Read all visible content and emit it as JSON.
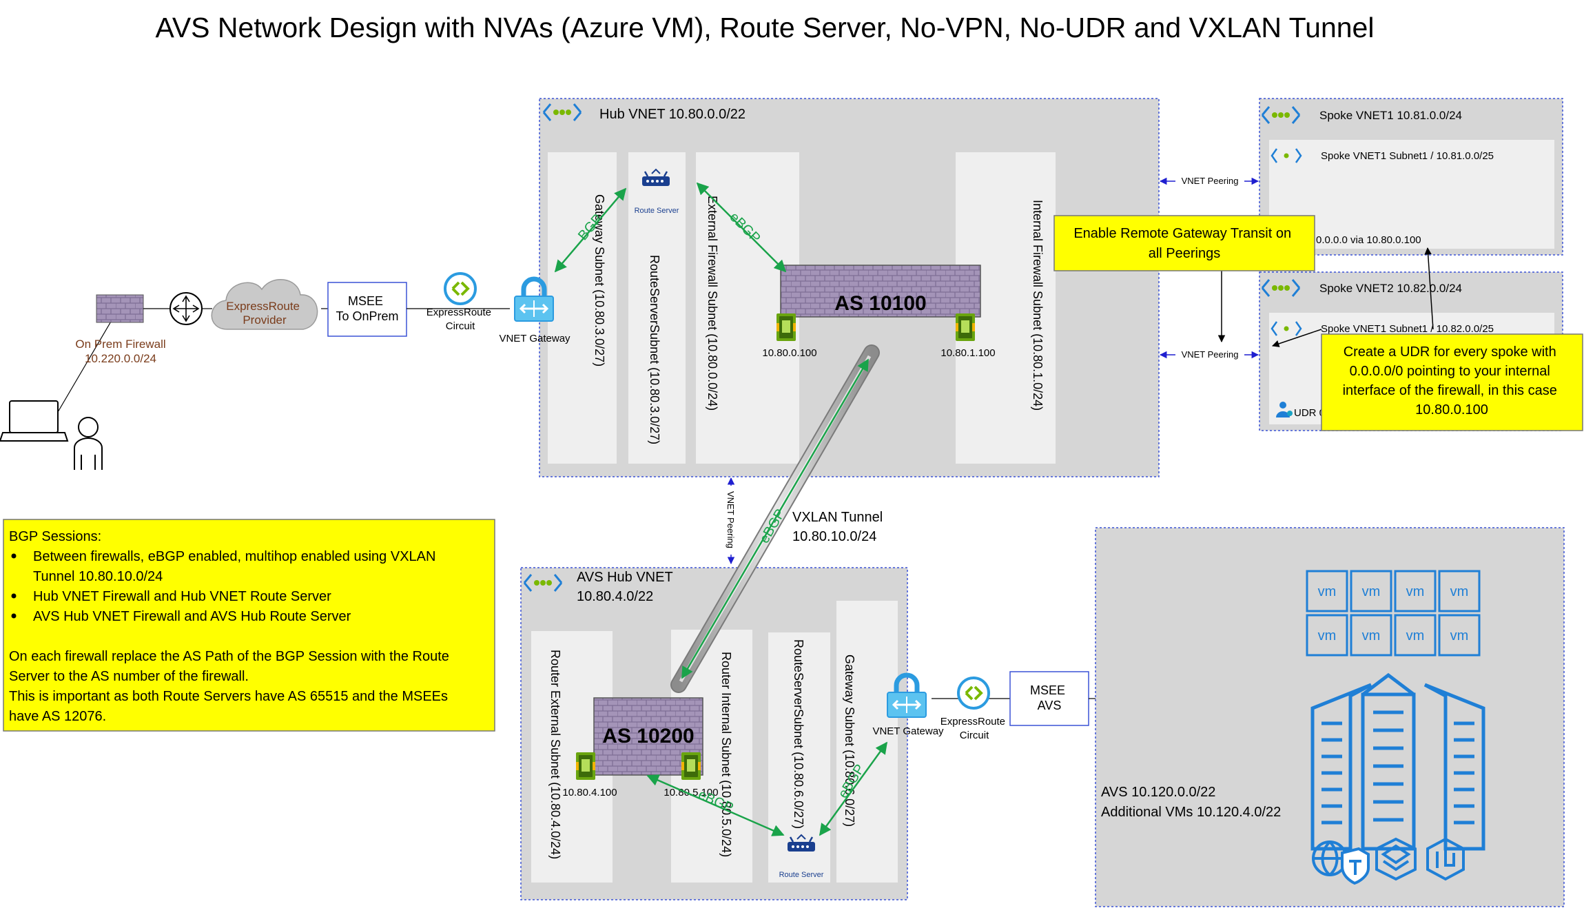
{
  "title": "AVS Network Design with NVAs (Azure VM), Route Server, No-VPN, No-UDR and VXLAN Tunnel",
  "colors": {
    "vnet_bg": "#d6d6d6",
    "vnet_border": "#3a52d6",
    "subnet_bg": "#efefef",
    "note_bg": "#ffff00",
    "firewall_bg": "#a494b8",
    "bgp_arrow": "#1aa34a",
    "peering_arrow": "#1f1fd0",
    "azure_blue": "#1f7fd6"
  },
  "onprem": {
    "firewall_label": "On Prem Firewall",
    "firewall_cidr": "10.220.0.0/24",
    "provider_label": "ExpressRoute\nProvider",
    "msee_label": "MSEE\nTo OnPrem",
    "er_circuit_label": "ExpressRoute\nCircuit",
    "vnet_gateway_label": "VNET Gateway"
  },
  "hub": {
    "title": "Hub VNET 10.80.0.0/22",
    "gateway_subnet": "Gateway Subnet (10.80.3.0/27)",
    "route_server_subnet": "RouteServerSubnet (10.80.3.0/27)",
    "route_server_label": "Route Server",
    "external_subnet": "External Firewall Subnet (10.80.0.0/24)",
    "internal_subnet": "Internal Firewall Subnet (10.80.1.0/24)",
    "firewall_as": "AS 10100",
    "nic_external_ip": "10.80.0.100",
    "nic_internal_ip": "10.80.1.100",
    "bgp_label": "BGP",
    "ebgp_label": "eBGP"
  },
  "spoke1": {
    "title": "Spoke VNET1 10.81.0.0/24",
    "subnet": "Spoke VNET1 Subnet1 / 10.81.0.0/25",
    "route": "0.0.0.0 via 10.80.0.100"
  },
  "spoke2": {
    "title": "Spoke VNET2 10.82.0.0/24",
    "subnet": "Spoke VNET1 Subnet1 / 10.82.0.0/25",
    "udr": "UDR 0"
  },
  "peering": {
    "label": "VNET Peering"
  },
  "notes": {
    "remote_gateway": "Enable Remote Gateway Transit on\nall Peerings",
    "udr": "Create a UDR for every spoke with\n0.0.0.0/0 pointing to your internal\ninterface of the firewall, in this case\n10.80.0.100",
    "bgp": {
      "heading": "BGP Sessions:",
      "bullets": [
        "Between firewalls, eBGP enabled, multihop enabled using VXLAN\nTunnel 10.80.10.0/24",
        "Hub VNET Firewall and Hub VNET Route Server",
        "AVS Hub VNET Firewall and AVS Hub Route Server"
      ],
      "paragraph": "On each firewall replace the AS Path of the BGP Session with the Route\nServer to the AS number of the firewall.\nThis is important as both Route Servers have AS 65515 and the MSEEs\nhave AS 12076."
    }
  },
  "vxlan": {
    "label": "VXLAN Tunnel\n10.80.10.0/24",
    "ebgp_label": "eBGP"
  },
  "avs_hub": {
    "title": "AVS Hub VNET\n10.80.4.0/22",
    "router_external_subnet": "Router External Subnet (10.80.4.0/24)",
    "router_internal_subnet": "Router Internal Subnet (10.80.5.0/24)",
    "route_server_subnet": "RouteServerSubnet (10.80.6.0/27)",
    "gateway_subnet": "Gateway Subnet (10.80.6.0/27)",
    "firewall_as": "AS 10200",
    "nic_external_ip": "10.80.4.100",
    "nic_internal_ip": "10.80.5.100",
    "route_server_label": "Route Server",
    "vnet_gateway_label": "VNET Gateway",
    "er_circuit_label": "ExpressRoute\nCircuit",
    "msee_label": "MSEE\nAVS",
    "ebgp_label": "eBGP"
  },
  "avs": {
    "label": "AVS 10.120.0.0/22\nAdditional VMs 10.120.4.0/22",
    "vm_label": "vm",
    "vm_count": 8
  }
}
